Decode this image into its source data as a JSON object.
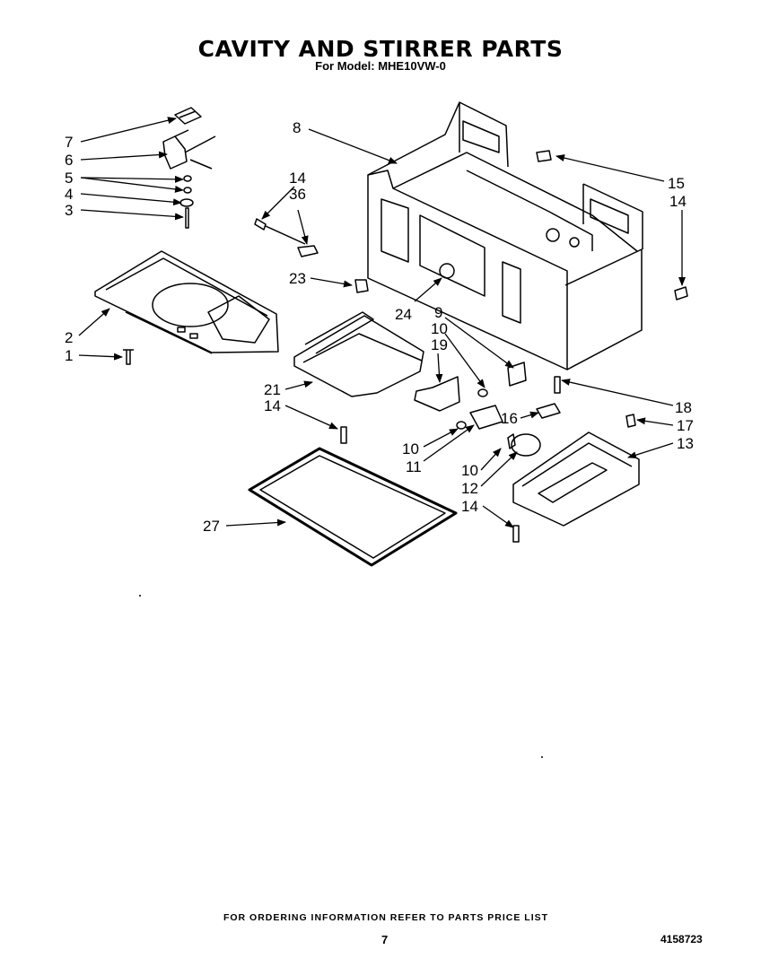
{
  "header": {
    "title": "CAVITY AND STIRRER PARTS",
    "subtitle": "For Model: MHE10VW-0"
  },
  "callouts": {
    "c7": "7",
    "c6": "6",
    "c5": "5",
    "c4": "4",
    "c3": "3",
    "c2": "2",
    "c1": "1",
    "c8": "8",
    "c14a": "14",
    "c36": "36",
    "c23": "23",
    "c24": "24",
    "c15": "15",
    "c14b": "14",
    "c9": "9",
    "c10a": "10",
    "c19": "19",
    "c21": "21",
    "c14c": "14",
    "c18": "18",
    "c16": "16",
    "c17": "17",
    "c13": "13",
    "c10b": "10",
    "c11": "11",
    "c10c": "10",
    "c12": "12",
    "c14d": "14",
    "c27": "27"
  },
  "footer": {
    "note": "FOR ORDERING INFORMATION REFER TO PARTS PRICE LIST",
    "page": "7",
    "doc_number": "4158723"
  }
}
